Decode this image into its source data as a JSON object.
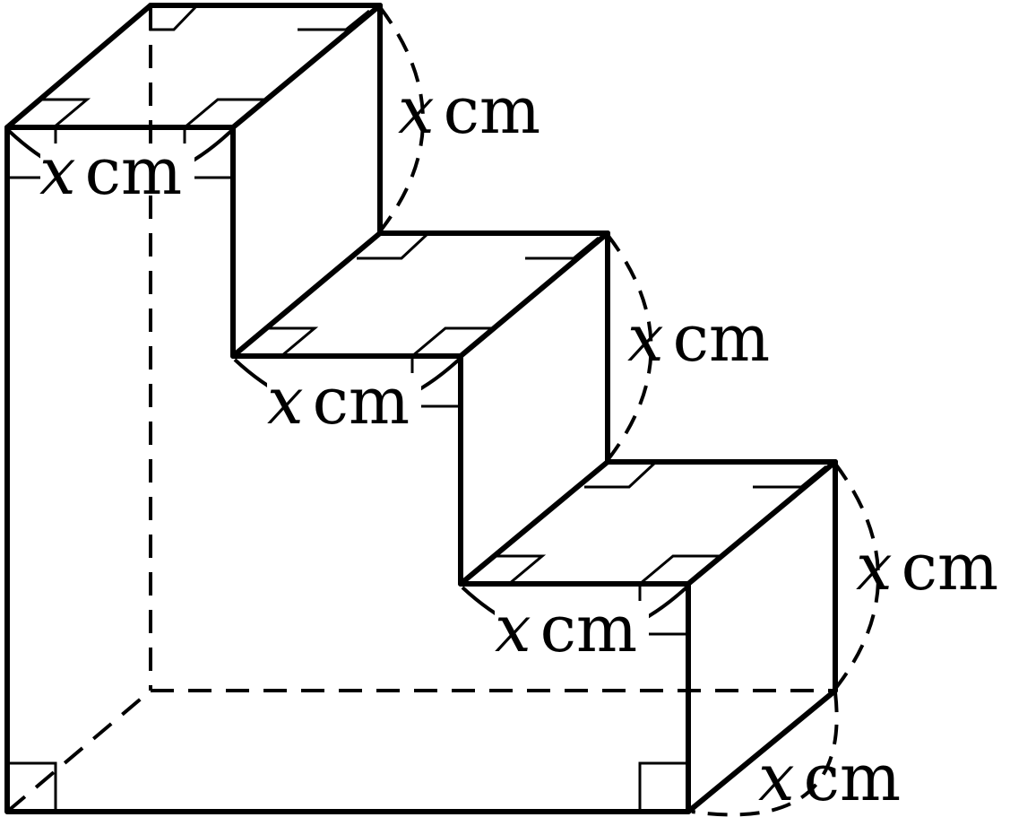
{
  "figure": {
    "description_free": true,
    "labels": {
      "top_step_height": {
        "var": "x",
        "unit": "cm"
      },
      "top_step_tread": {
        "var": "x",
        "unit": "cm"
      },
      "middle_step_height": {
        "var": "x",
        "unit": "cm"
      },
      "middle_step_tread": {
        "var": "x",
        "unit": "cm"
      },
      "bottom_step_height": {
        "var": "x",
        "unit": "cm"
      },
      "bottom_step_tread": {
        "var": "x",
        "unit": "cm"
      },
      "depth": {
        "var": "x",
        "unit": "cm"
      }
    },
    "colors": {
      "stroke": "#000000",
      "background": "#ffffff"
    }
  }
}
